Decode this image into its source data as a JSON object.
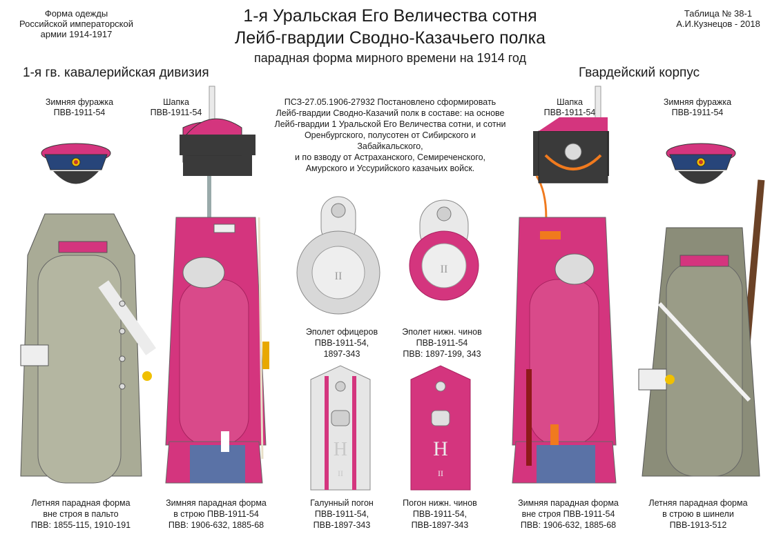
{
  "header": {
    "left_line1": "Форма одежды",
    "left_line2": "Российской императорской",
    "left_line3": "армии  1914-1917",
    "title_line1": "1-я Уральская Его Величества сотня",
    "title_line2": "Лейб-гвардии Сводно-Казачьего полка",
    "subtitle": "парадная форма мирного времени на 1914 год",
    "right_line1": "Таблица № 38-1",
    "right_line2": "А.И.Кузнецов - 2018"
  },
  "divisions": {
    "left": "1-я гв. кавалерийская дивизия",
    "right": "Гвардейский корпус"
  },
  "note": {
    "line1": "ПСЗ-27.05.1906-27932  Постановлено сформировать",
    "line2": "Лейб-гвардии Сводно-Казачий полк в составе: на основе",
    "line3": "Лейб-гвардии 1 Уральской Его Величества  сотни, и сотни",
    "line4": "Оренбургского, полусотен от Сибирского и Забайкальского,",
    "line5": "и по взводу от Астраханского, Семиреченского,",
    "line6": "Амурского и Уссурийского казачьих войск."
  },
  "headgear": {
    "cap_left_l1": "Зимняя фуражка",
    "cap_left_l2": "ПВВ-1911-54",
    "hat_left_l1": "Шапка",
    "hat_left_l2": "ПВВ-1911-54",
    "hat_right_l1": "Шапка",
    "hat_right_l2": "ПВВ-1911-54",
    "cap_right_l1": "Зимняя фуражка",
    "cap_right_l2": "ПВВ-1911-54"
  },
  "insignia": {
    "epaulette_officer_l1": "Эполет офицеров",
    "epaulette_officer_l2": "ПВВ-1911-54,",
    "epaulette_officer_l3": "1897-343",
    "epaulette_lower_l1": "Эполет нижн. чинов",
    "epaulette_lower_l2": "ПВВ-1911-54",
    "epaulette_lower_l3": "ПВВ: 1897-199, 343",
    "galloon_l1": "Галунный погон",
    "galloon_l2": "ПВВ-1911-54,",
    "galloon_l3": "ПВВ-1897-343",
    "shoulder_lower_l1": "Погон нижн. чинов",
    "shoulder_lower_l2": "ПВВ-1911-54,",
    "shoulder_lower_l3": "ПВВ-1897-343"
  },
  "figures": {
    "f1_l1": "Летняя парадная форма",
    "f1_l2": "вне строя в пальто",
    "f1_l3": "ПВВ: 1855-115, 1910-191",
    "f2_l1": "Зимняя парадная форма",
    "f2_l2": "в строю ПВВ-1911-54",
    "f2_l3": "ПВВ: 1906-632, 1885-68",
    "f3_l1": "Зимняя парадная форма",
    "f3_l2": "вне строя ПВВ-1911-54",
    "f3_l3": "ПВВ: 1906-632, 1885-68",
    "f4_l1": "Летняя парадная форма",
    "f4_l2": "в строю в шинели",
    "f4_l3": "ПВВ-1913-512"
  },
  "colors": {
    "crimson": "#d4357e",
    "crimson_dark": "#a8225f",
    "khaki": "#a9ab96",
    "khaki_dark": "#8b8d79",
    "navy": "#27457a",
    "trouser_blue": "#5a72a6",
    "silver": "#e2e2e2",
    "orange": "#f07a1e",
    "black": "#2b2b2b"
  }
}
